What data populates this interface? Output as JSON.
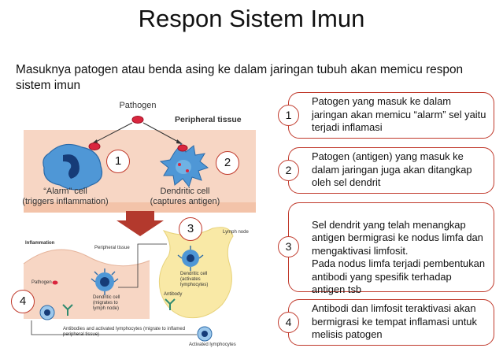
{
  "title": "Respon Sistem Imun",
  "intro": "Masuknya patogen atau benda asing ke dalam jaringan tubuh akan memicu respon sistem imun",
  "steps": [
    {
      "num": "1",
      "text": "Patogen yang masuk ke dalam jaringan akan memicu “alarm” sel yaitu terjadi inflamasi"
    },
    {
      "num": "2",
      "text": "Patogen (antigen) yang masuk ke dalam jaringan juga akan ditangkap oleh sel dendrit"
    },
    {
      "num": "3",
      "text": "Sel dendrit yang telah menangkap antigen bermigrasi ke nodus limfa dan mengaktivasi limfosit.\nPada nodus limfa terjadi pembentukan antibodi yang spesifik terhadap antigen tsb"
    },
    {
      "num": "4",
      "text": "Antibodi dan limfosit teraktivasi akan bermigrasi ke tempat inflamasi untuk melisis patogen"
    }
  ],
  "diagram": {
    "pathogen": "Pathogen",
    "peripheral_tissue": "Peripheral tissue",
    "alarm_cell": "“Alarm” cell",
    "alarm_cell_sub": "(triggers inflammation)",
    "dendritic_cell": "Dendritic cell",
    "dendritic_cell_sub": "(captures antigen)",
    "badges": [
      "1",
      "2",
      "3",
      "4"
    ],
    "lower": {
      "inflammation": "Inflammation",
      "peripheral_tissue": "Peripheral tissue",
      "lymph_node": "Lymph node",
      "pathogen": "Pathogen",
      "dendritic_migrates": "Dendritic cell (migrates to lymph node)",
      "dendritic_activates": "Dendritic cell (activates lymphocytes)",
      "antibody": "Antibody",
      "antibodies_lymph": "Antibodies and activated lymphocytes (migrate to inflamed peripheral tissue)",
      "activated_lymph": "Activated lymphocytes"
    }
  },
  "colors": {
    "accent": "#c0392b",
    "tissue": "#f7d6c4",
    "lymph": "#f9e9a6",
    "cell_blue": "#4f97d6",
    "arrow_red": "#b3392d"
  }
}
